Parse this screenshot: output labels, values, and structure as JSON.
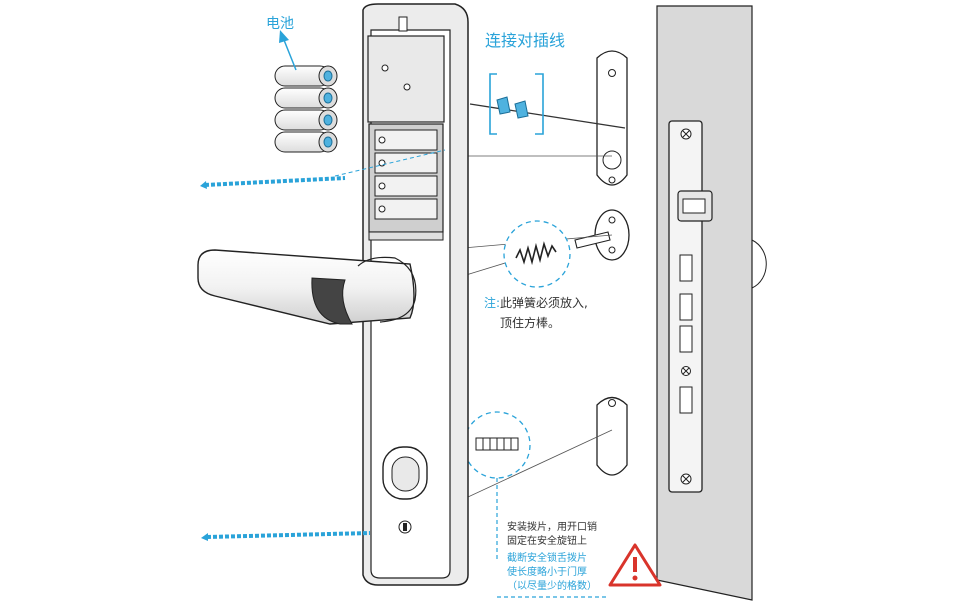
{
  "labels": {
    "battery": "电池",
    "connect_cable": "连接对插线",
    "note_prefix": "注:",
    "note_line1": "此弹簧必须放入,",
    "note_line2": "顶住方棒。",
    "install_line1": "安装拨片，用开口销",
    "install_line2": "固定在安全旋钮上",
    "warn_line1": "截断安全锁舌拨片",
    "warn_line2": "使长度略小于门厚",
    "warn_line3": "（以尽量少的格数）"
  },
  "colors": {
    "accent_blue": "#2aa3d9",
    "line_dark": "#333333",
    "warning_red": "#d9342b",
    "door_gray": "#d8d8d8"
  },
  "icons": {
    "warning": "warning-triangle-icon",
    "arrow": "arrow-up-icon"
  }
}
